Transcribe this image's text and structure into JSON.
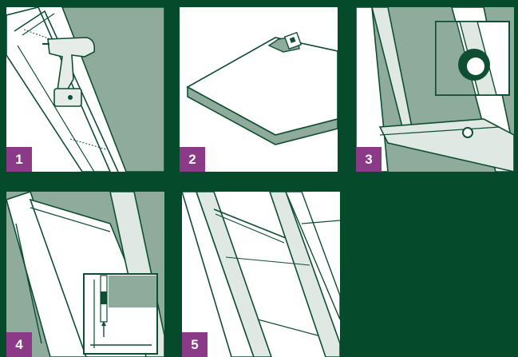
{
  "steps": [
    {
      "number": "1",
      "icon": "drill-screw-rail-illustration"
    },
    {
      "number": "2",
      "icon": "board-with-connector-illustration"
    },
    {
      "number": "3",
      "icon": "frame-grommet-detail-illustration"
    },
    {
      "number": "4",
      "icon": "panel-insertion-detail-illustration"
    },
    {
      "number": "5",
      "icon": "panels-in-frame-illustration"
    }
  ],
  "colors": {
    "background": "#064a2c",
    "badge": "#8b3a87",
    "stroke": "#0e4f33",
    "shade": "#8fab9b",
    "lightshade": "#dfe8e2"
  }
}
